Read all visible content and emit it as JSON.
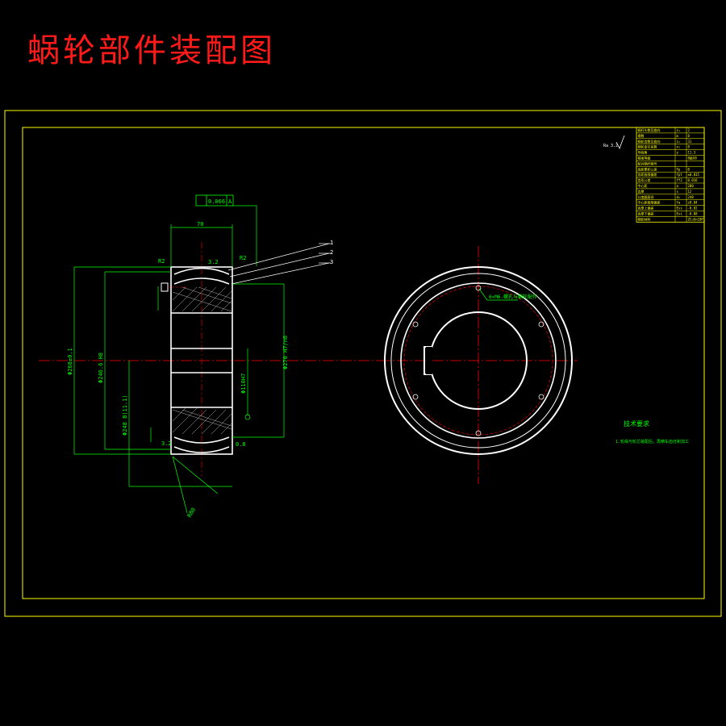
{
  "title": "蜗轮部件装配图",
  "colors": {
    "background": "#000000",
    "title": "#ff1a1a",
    "frame": "#ffff00",
    "outline": "#ffffff",
    "dimension": "#00ff00",
    "centerline": "#ff0000",
    "leader": "#ffffff"
  },
  "dimensions": {
    "width_top": "70",
    "flatness_value": "0.066",
    "flatness_datum": "A",
    "r_left": "R2",
    "r_right": "R2",
    "phi_outer": "Φ268±0.1",
    "phi_root": "Φ246.6 H8",
    "phi_pitch": "Φ270 H7/n6",
    "phi_bore": "Φ110H7",
    "phi_base": "Φ248 B(11.1)",
    "chamfer_left": "3.2",
    "chamfer_right": "3.2",
    "radius_r80": "R80",
    "gap": "0.8",
    "bolt_holes": "6×M6-螺孔与蜗轮配作",
    "roughness": "Ra 3.2"
  },
  "part_numbers": [
    "1",
    "2",
    "3"
  ],
  "spec_table_rows": [
    [
      "蜗杆头数及旋向",
      "z₁",
      "2"
    ],
    [
      "模数",
      "m",
      "8"
    ],
    [
      "蜗轮齿数及旋向",
      "z₂",
      "31"
    ],
    [
      "蜗轮变位系数",
      "x₂",
      "0"
    ],
    [
      "导程角",
      "γ",
      "11.3"
    ],
    [
      "精度等级",
      "",
      "8级GB"
    ],
    [
      "配对蜗杆图号",
      "",
      ""
    ],
    [
      "齿距累积公差",
      "Fp",
      "0"
    ],
    [
      "齿距极限偏差",
      "fpt",
      "±0.015"
    ],
    [
      "齿形公差",
      "ff2",
      "0.016"
    ],
    [
      "中心距",
      "a",
      "200"
    ],
    [
      "齿厚",
      "s",
      "12"
    ],
    [
      "分度圆直径",
      "d₂",
      "248"
    ],
    [
      "中心距极限偏差",
      "fa",
      "±0.04"
    ],
    [
      "齿厚上偏差",
      "Ess",
      "-0.02"
    ],
    [
      "齿厚下偏差",
      "Esi",
      "-0.08"
    ],
    [
      "蜗轮材料",
      "",
      "ZCuSn10P1"
    ]
  ],
  "tech_req_title": "技术要求",
  "tech_req_text": "1.轮缘与轮芯装配后，再精车齿坯和加工"
}
